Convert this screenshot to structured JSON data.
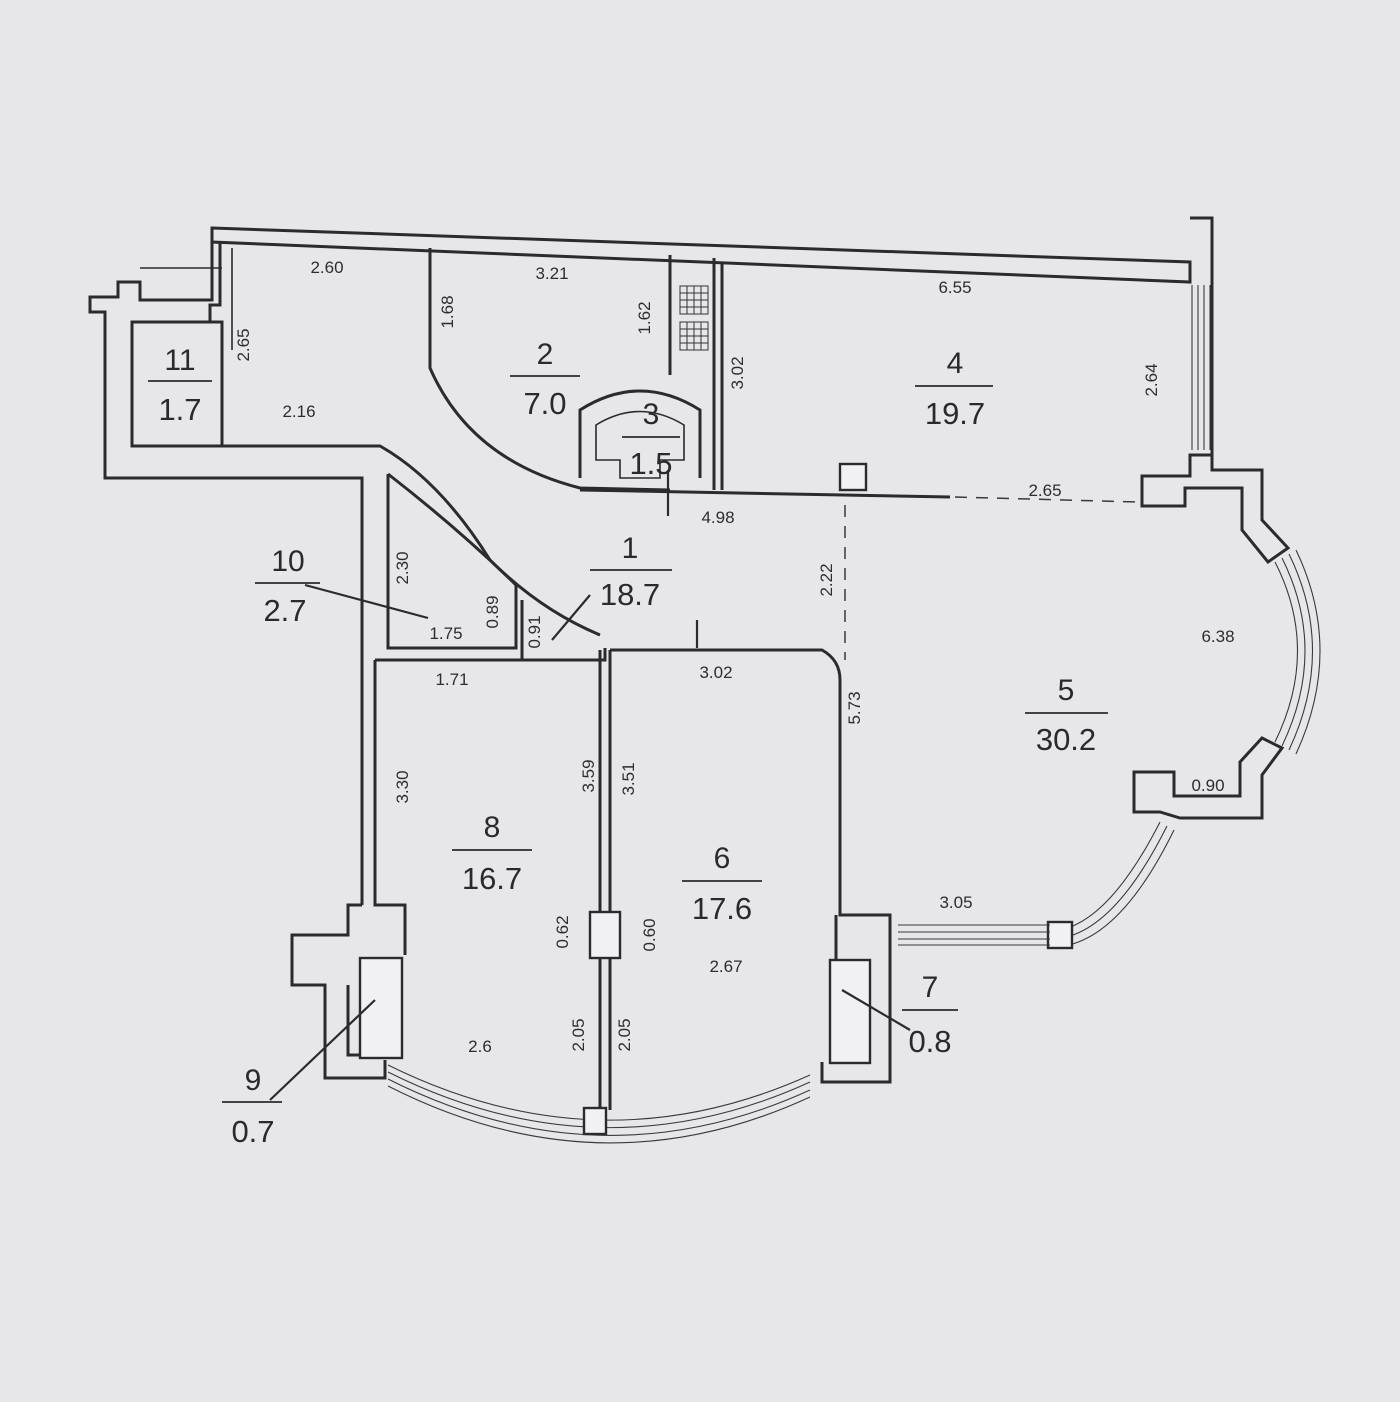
{
  "rooms": [
    {
      "number": "1",
      "area": "18.7"
    },
    {
      "number": "2",
      "area": "7.0"
    },
    {
      "number": "3",
      "area": "1.5"
    },
    {
      "number": "4",
      "area": "19.7"
    },
    {
      "number": "5",
      "area": "30.2"
    },
    {
      "number": "6",
      "area": "17.6"
    },
    {
      "number": "7",
      "area": "0.8"
    },
    {
      "number": "8",
      "area": "16.7"
    },
    {
      "number": "9",
      "area": "0.7"
    },
    {
      "number": "10",
      "area": "2.7"
    },
    {
      "number": "11",
      "area": "1.7"
    }
  ],
  "dimensions": [
    "2.60",
    "3.21",
    "6.55",
    "1.68",
    "1.62",
    "3.02",
    "2.64",
    "2.65",
    "2.16",
    "2.65",
    "4.98",
    "2.22",
    "6.38",
    "2.30",
    "0.89",
    "0.91",
    "1.75",
    "1.71",
    "3.02",
    "5.73",
    "3.30",
    "3.59",
    "3.51",
    "0.90",
    "3.05",
    "0.62",
    "0.60",
    "2.67",
    "2.05",
    "2.05",
    "2.6"
  ]
}
